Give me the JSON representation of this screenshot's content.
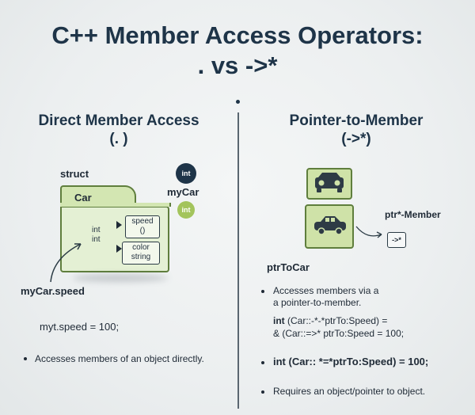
{
  "title": {
    "line1": "C++ Member Access Operators:",
    "line2": ". vs ->*"
  },
  "left": {
    "heading1": "Direct Member Access",
    "heading2": "(. )",
    "struct_label": "struct",
    "folder_label": "Car",
    "types": [
      "int",
      "int"
    ],
    "member_box1": [
      "speed",
      "()"
    ],
    "member_box2": [
      "color",
      "string"
    ],
    "badge_dark": "int",
    "object_label": "myCar",
    "badge_green": "int",
    "access_label": "myCar.speed",
    "code": "myt.speed = 100;",
    "bullet": "Accesses members of an object directly."
  },
  "right": {
    "heading1": "Pointer-to-Member",
    "heading2": "(->*)",
    "ptr_label": "ptr*-Member",
    "op_box": "->*",
    "ptr_name": "ptrToCar",
    "bullet1_line1": "Accesses members via a",
    "bullet1_line2": "a pointer-to-member.",
    "code1_bold": "int",
    "code1_rest": " (Car::-*-*ptrTo:Speed) =",
    "code2": "& (Car::=>* ptrTo:Speed = 100;",
    "code3": "int (Car:: *=*ptrTo:Speed) = 100;",
    "bullet2": "Requires an object/pointer to object."
  },
  "colors": {
    "navy": "#1e3448",
    "green": "#cfe2a8",
    "green_dark": "#5f7e3d",
    "badge_green": "#a3c45c"
  }
}
